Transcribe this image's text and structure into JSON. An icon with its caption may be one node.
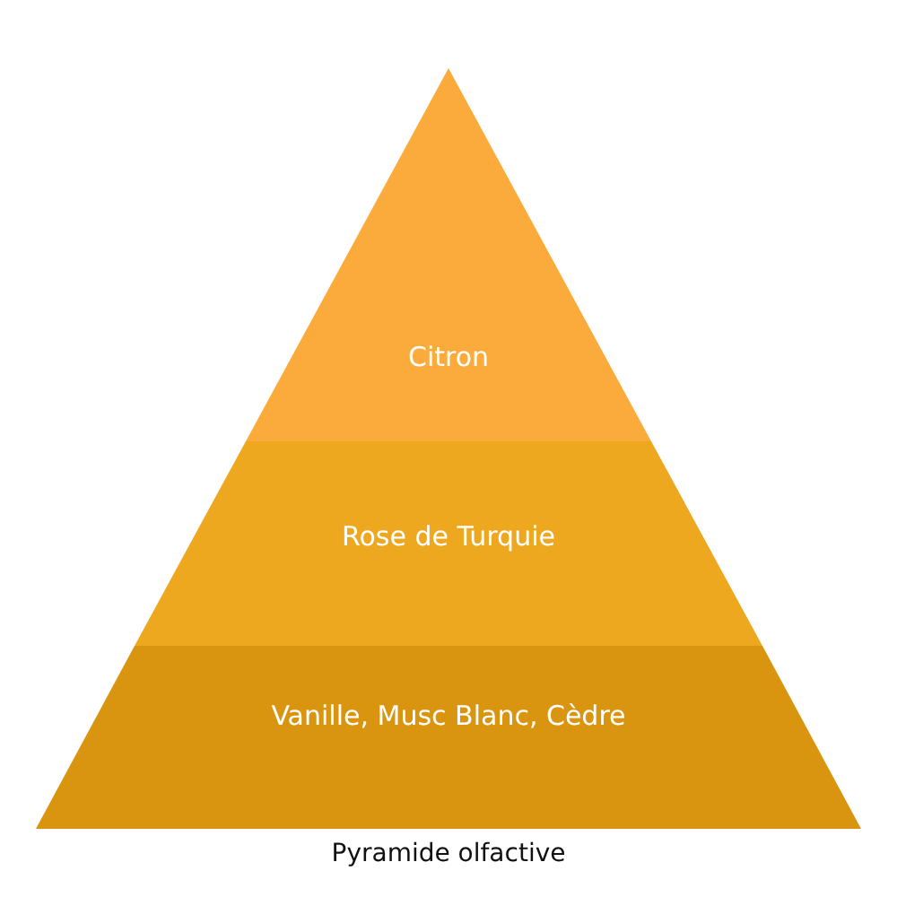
{
  "diagram": {
    "caption": "Pyramide olfactive",
    "nodes": [
      {
        "text": [
          "Citron"
        ]
      },
      {
        "text": [
          "Rose de Turquie"
        ]
      },
      {
        "text": [
          "Vanille, Musc Blanc, Cèdre"
        ]
      }
    ]
  }
}
